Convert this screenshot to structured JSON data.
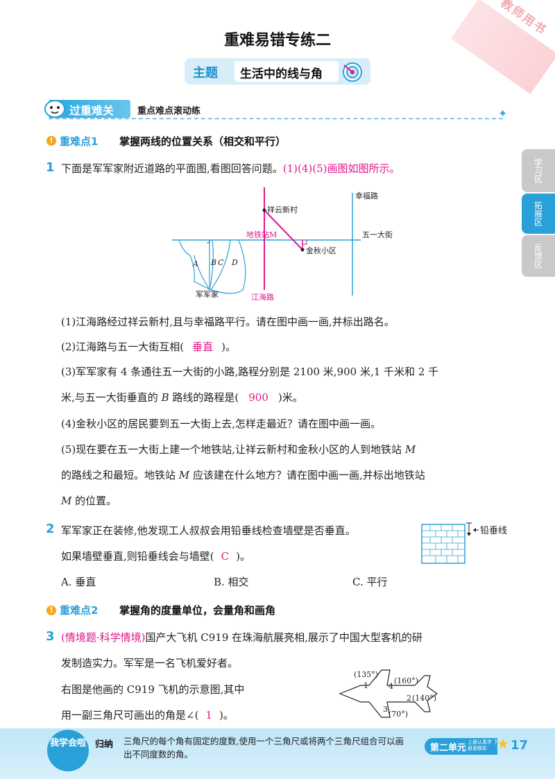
{
  "corner": "教师用书",
  "title": "重难易错专练二",
  "theme": {
    "label": "主题",
    "text": "生活中的线与角"
  },
  "section": {
    "label": "过重难关",
    "sub": "重点难点滚动练"
  },
  "side_tabs": [
    "学习区",
    "拓展区",
    "反馈区"
  ],
  "kp1": {
    "label": "重难点1",
    "title": "掌握两线的位置关系（相交和平行）"
  },
  "q1": {
    "num": "1",
    "stem": "下面是军军家附近道路的平面图,看图回答问题。",
    "note": "(1)(4)(5)画图如图所示。",
    "map": {
      "xingfu": "幸福路",
      "xiangyun": "祥云新村",
      "wuyi": "五一大街",
      "metro": "地铁站M",
      "jinqiu": "金秋小区",
      "jianghai": "江海路",
      "home": "军军家",
      "A": "A",
      "B": "B",
      "C": "C",
      "D": "D"
    },
    "sub1": "(1)江海路经过祥云新村,且与幸福路平行。请在图中画一画,并标出路名。",
    "sub2_pre": "(2)江海路与五一大街互相(",
    "sub2_ans": "垂直",
    "sub2_post": ")。",
    "sub3_l1": "(3)军军家有 4 条通往五一大街的小路,路程分别是 2100 米,900 米,1 千米和 2 千",
    "sub3_l2_pre": "米,与五一大街垂直的",
    "sub3_l2_var": "B",
    "sub3_l2_mid": "路线的路程是(",
    "sub3_ans": "900",
    "sub3_l2_post": ")米。",
    "sub4": "(4)金秋小区的居民要到五一大街上去,怎样走最近？请在图中画一画。",
    "sub5_l1_pre": "(5)现在要在五一大街上建一个地铁站,让祥云新村和金秋小区的人到地铁站",
    "sub5_m": "M",
    "sub5_l2_pre": "的路线之和最短。地铁站",
    "sub5_l2_post": "应该建在什么地方？请在图中画一画,并标出地铁站",
    "sub5_l3_post": "的位置。"
  },
  "q2": {
    "num": "2",
    "l1": "军军家正在装修,他发现工人叔叔会用铅垂线检查墙壁是否垂直。",
    "l2_pre": "如果墙壁垂直,则铅垂线会与墙壁(",
    "ans": "C",
    "l2_post": ")。",
    "optA": "A. 垂直",
    "optB": "B. 相交",
    "optC": "C. 平行",
    "plumb": "铅垂线"
  },
  "kp2": {
    "label": "重难点2",
    "title": "掌握角的度量单位，会量角和画角"
  },
  "q3": {
    "num": "3",
    "tag": "(情境题·科学情境)",
    "l1": "国产大飞机 C919 在珠海航展亮相,展示了中国大型客机的研",
    "l2": "发制造实力。军军是一名飞机爱好者。",
    "l3": "右图是他画的 C919 飞机的示意图,其中",
    "l4_pre": "用一副三角尺可画出的角是∠(",
    "ans": "1",
    "l4_post": ")。",
    "angles": {
      "a1": "(135°)",
      "a4": "(160°)",
      "a2": "(140°)",
      "a3": "(70°)",
      "n1": "1",
      "n2": "2",
      "n3": "3",
      "n4": "4"
    }
  },
  "footer": {
    "badge": "我学会啦",
    "summary_label": "归纳",
    "summary": "三角尺的每个角有固定的度数,使用一个三角尺或将两个三角尺组合可以画出不同度数的角。",
    "unit": "第二单元",
    "unit_small": "上册认真学 下册更精彩",
    "page": "17"
  },
  "colors": {
    "accent": "#2aa0d8",
    "answer": "#e0158a",
    "keypoint": "#f7a41e"
  }
}
